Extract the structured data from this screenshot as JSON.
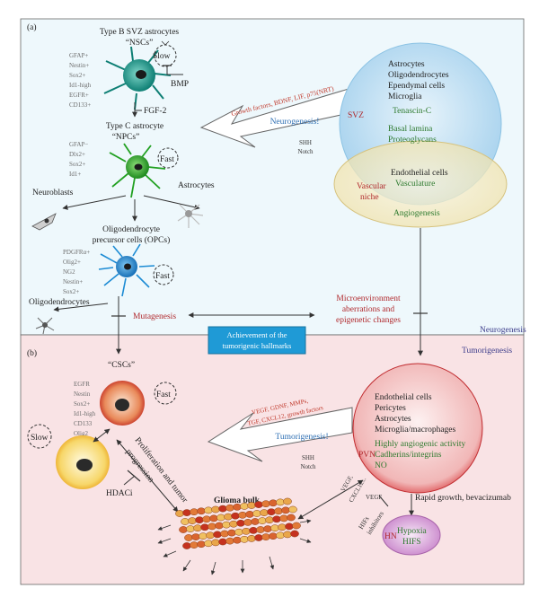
{
  "panel_a": {
    "letter": "(a)",
    "corner_label": "Neurogenesis",
    "typeB": {
      "title_line1": "Type B SVZ astrocytes",
      "title_line2": "“NSCs”",
      "markers": [
        "GFAP+",
        "Nestin+",
        "Sox2+",
        "Id1-high",
        "EGFR+",
        "CD133+"
      ],
      "speed": "Slow",
      "inhibitor": "BMP"
    },
    "fgf": "FGF-2",
    "typeC": {
      "title_line1": "Type C astrocyte",
      "title_line2": "“NPCs”",
      "markers": [
        "GFAP−",
        "Dlx2+",
        "Sox2+",
        "Id1+"
      ],
      "speed": "Fast"
    },
    "neuroblasts": "Neuroblasts",
    "astrocytes": "Astrocytes",
    "opc": {
      "title_line1": "Oligodendrocyte",
      "title_line2": "precursor cells (OPCs)",
      "markers": [
        "PDGFRα+",
        "Olig2+",
        "NG2",
        "Nestin+",
        "Sox2+"
      ],
      "speed": "Fast"
    },
    "oligodendrocytes": "Oligodendrocytes",
    "mutagenesis": "Mutagenesis",
    "microenv": [
      "Microenvironment",
      "aberrations and",
      "epigenetic changes"
    ],
    "arrow_factors": "Growth factors, BDNF, LIF, p75(NRT)",
    "arrow_label": "Neurogenesis!",
    "arrow_signals": [
      "SHH",
      "Notch"
    ],
    "svz_label": "SVZ",
    "svz_cells": [
      "Astrocytes",
      "Oligodendrocytes",
      "Ependymal cells",
      "Microglia"
    ],
    "svz_green": [
      "Tenascin-C",
      "",
      "Basal lamina",
      "Proteoglycans"
    ],
    "niche_label": [
      "Vascular",
      "niche"
    ],
    "niche_cells": [
      "Endothelial cells",
      "Vasculature"
    ],
    "angiogenesis": "Angiogenesis"
  },
  "hallmarks_box": [
    "Achievement of the",
    "tumorigenic hallmarks"
  ],
  "panel_b": {
    "letter": "(b)",
    "corner_label": "Tumorigenesis",
    "cscs": "“CSCs”",
    "csc_markers": [
      "EGFR",
      "Nestin",
      "Sox2+",
      "Id1-high",
      "CD133",
      "Olig2"
    ],
    "fast": "Fast",
    "slow": "Slow",
    "prolif": [
      "Proliferation and tumor",
      "progression"
    ],
    "hdaci": "HDACi",
    "glioma": "Glioma bulk",
    "arrow_factors": [
      "VEGF, GDNF, MMPs,",
      "TGF, CXCL12, growth factors"
    ],
    "arrow_label": "Tumorigenesis!",
    "arrow_signals": [
      "SHH",
      "Notch"
    ],
    "pvn_label": "PVN",
    "pvn_cells": [
      "Endothelial cells",
      "Pericytes",
      "Astrocytes",
      "Microglia/macrophages"
    ],
    "pvn_green": [
      "Highly angiogenic activity",
      "Cadherins/integrins",
      "NO"
    ],
    "vegf_cxcl": [
      "VEGF,",
      "CXCL12..."
    ],
    "vegf": "VEGF",
    "hifs_inhib": [
      "HIFs",
      "inhibitors"
    ],
    "rapid": "Rapid growth, bevacizumab",
    "hn_label": "HN",
    "hypoxia": [
      "Hypoxia",
      "HIFS"
    ]
  }
}
